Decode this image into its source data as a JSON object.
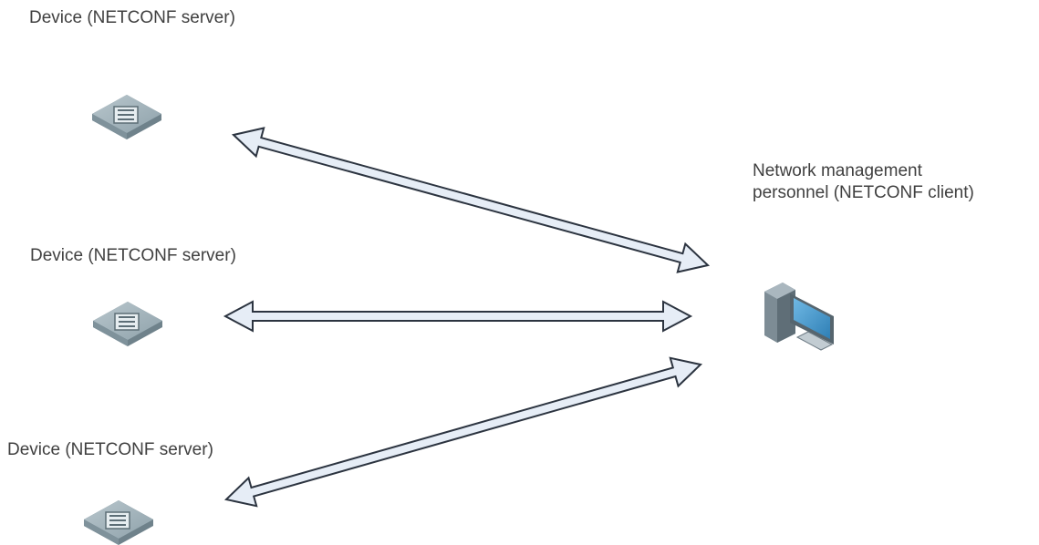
{
  "devices": [
    {
      "label": "Device (NETCONF server)",
      "icon": "switch-icon"
    },
    {
      "label": "Device (NETCONF server)",
      "icon": "switch-icon"
    },
    {
      "label": "Device (NETCONF server)",
      "icon": "switch-icon"
    }
  ],
  "client": {
    "label_line1": "Network management",
    "label_line2": "personnel (NETCONF client)",
    "icon": "computer-icon"
  },
  "colors": {
    "arrow_fill": "#e6edf6",
    "arrow_stroke": "#2c3440",
    "device_top": "#9fb0b8",
    "device_side": "#6f828b",
    "computer_body": "#8796a0",
    "computer_screen": "#4a9bd0"
  }
}
